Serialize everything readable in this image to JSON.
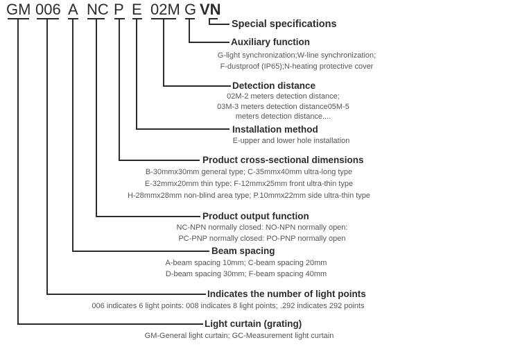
{
  "code_segments": [
    "GM",
    "006",
    "A",
    "NC",
    "P",
    "E",
    "02M",
    "G",
    "VN"
  ],
  "fields": [
    {
      "title": "Special specifications",
      "lines": []
    },
    {
      "title": "Auxiliary function",
      "lines": [
        "G-light synchronization;W-line synchronization;",
        "F-dustproof (IP65);N-heating protective cover"
      ]
    },
    {
      "title": "Detection distance",
      "lines": [
        "02M-2 meters detection distance;",
        "03M-3 meters detection distance05M-5",
        "meters detection distance...."
      ]
    },
    {
      "title": "Installation method",
      "lines": [
        "E-upper and lower hole installation"
      ]
    },
    {
      "title": "Product cross-sectional dimensions",
      "lines": [
        "B-30mmx30mm general type; C-35mmx40mm ultra-long type",
        "E-32mmx20mm thin type: F-12mmx25mm front ultra-thin type",
        "H-28mmx28mm non-blind area type; P.10mmx22mm side ultra-thin type"
      ]
    },
    {
      "title": "Product output function",
      "lines": [
        "NC-NPN normally closed: NO-NPN normally open:",
        "PC-PNP normally closed: PO-PNP normally open"
      ]
    },
    {
      "title": "Beam spacing",
      "lines": [
        "A-beam spacing 10mm; C-beam spacing 20mm",
        "D-beam spacing 30mm; F-beam spacing 40mm"
      ]
    },
    {
      "title": "Indicates the number of light points",
      "lines": [
        "006 indicates 6 light points: 008 indicates 8 light points; .292 indicates 292 points"
      ]
    },
    {
      "title": "Light curtain (grating)",
      "lines": [
        "GM-General light curtain; GC-Measurement light curtain"
      ]
    }
  ],
  "colors": {
    "line": "#2b2b2b",
    "title": "#2b2b2b",
    "description": "#555555",
    "background": "#ffffff"
  }
}
